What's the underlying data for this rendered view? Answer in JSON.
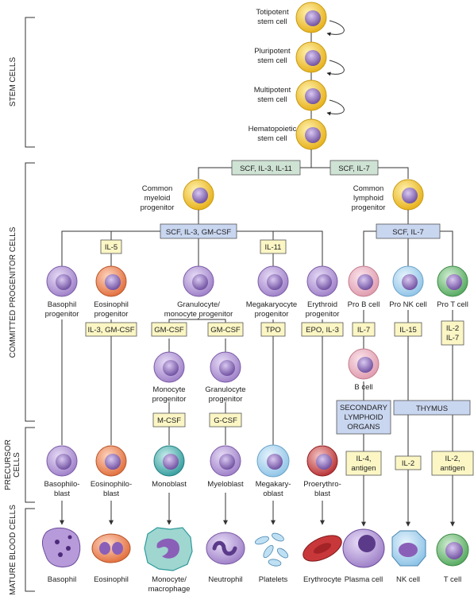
{
  "stages": {
    "stem": "STEM CELLS",
    "committed": "COMMITTED PROGENITOR CELLS",
    "precursor": [
      "PRECURSOR",
      "CELLS"
    ],
    "mature": "MATURE BLOOD CELLS"
  },
  "stem_cells": [
    [
      "Totipotent",
      "stem cell"
    ],
    [
      "Pluripotent",
      "stem cell"
    ],
    [
      "Multipotent",
      "stem cell"
    ],
    [
      "Hematopoietic",
      "stem cell"
    ]
  ],
  "progenitors": {
    "myeloid": [
      "Common",
      "myeloid",
      "progenitor"
    ],
    "lymphoid": [
      "Common",
      "lymphoid",
      "progenitor"
    ]
  },
  "factors": {
    "myeloid_branch": "SCF, IL-3, IL-11",
    "lymphoid_branch": "SCF, IL-7",
    "myeloid_common": "SCF, IL-3, GM-CSF",
    "lymphoid_common": "SCF, IL-7",
    "eos_top": "IL-5",
    "mega_top": "IL-11",
    "eos": "IL-3, GM-CSF",
    "mono": "GM-CSF",
    "gran": "GM-CSF",
    "mega": "TPO",
    "ery": "EPO, IL-3",
    "b": "IL-7",
    "nk": "IL-15",
    "t": [
      "IL-2",
      "IL-7"
    ],
    "mono2": "M-CSF",
    "gran2": "G-CSF",
    "b2": [
      "IL-4,",
      "antigen"
    ],
    "nk2": "IL-2",
    "t2": [
      "IL-2,",
      "antigen"
    ]
  },
  "organs": {
    "secondary": [
      "SECONDARY",
      "LYMPHOID",
      "ORGANS"
    ],
    "thymus": "THYMUS"
  },
  "committed_cells": [
    [
      "Basophil",
      "progenitor"
    ],
    [
      "Eosinophil",
      "progenitor"
    ],
    [
      "Granulocyte/",
      "monocyte progenitor"
    ],
    [
      "Megakaryocyte",
      "progenitor"
    ],
    [
      "Erythroid",
      "progenitor"
    ],
    [
      "Pro B cell"
    ],
    [
      "Pro NK cell"
    ],
    [
      "Pro T cell"
    ]
  ],
  "intermediate_cells": {
    "mono_prog": [
      "Monocyte",
      "progenitor"
    ],
    "gran_prog": [
      "Granulocyte",
      "progenitor"
    ],
    "b_cell": [
      "B cell"
    ]
  },
  "precursor_cells": [
    [
      "Basophilo-",
      "blast"
    ],
    [
      "Eosinophilo-",
      "blast"
    ],
    [
      "Monoblast"
    ],
    [
      "Myeloblast"
    ],
    [
      "Megakary-",
      "oblast"
    ],
    [
      "Proerythro-",
      "blast"
    ]
  ],
  "mature_cells": [
    [
      "Basophil"
    ],
    [
      "Eosinophil"
    ],
    [
      "Monocyte/",
      "macrophage"
    ],
    [
      "Neutrophil"
    ],
    [
      "Platelets"
    ],
    [
      "Erythrocyte"
    ],
    [
      "Plasma cell"
    ],
    [
      "NK cell"
    ],
    [
      "T cell"
    ]
  ],
  "colors": {
    "stem": "#f2c431",
    "green_box": "#cfe3d4",
    "blue_box": "#c9d6f0",
    "yellow_box": "#fbf6c4",
    "purple": "#a78ad0",
    "orange": "#e87a4a",
    "red": "#c8383a",
    "pink": "#e7a9b9",
    "lightblue": "#a9d4ee",
    "green": "#64b86e",
    "teal": "#3fa7a8"
  }
}
